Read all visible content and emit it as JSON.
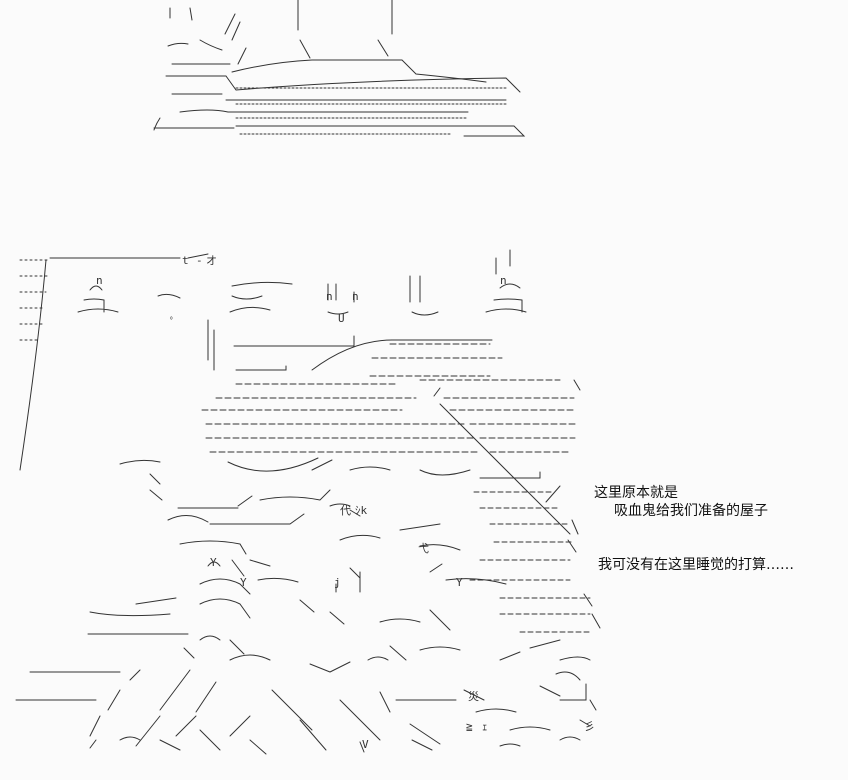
{
  "dialogue": {
    "line1": "这里原本就是",
    "line2": "吸血鬼给我们准备的屋子",
    "line3": "我可没有在这里睡觉的打算……"
  }
}
